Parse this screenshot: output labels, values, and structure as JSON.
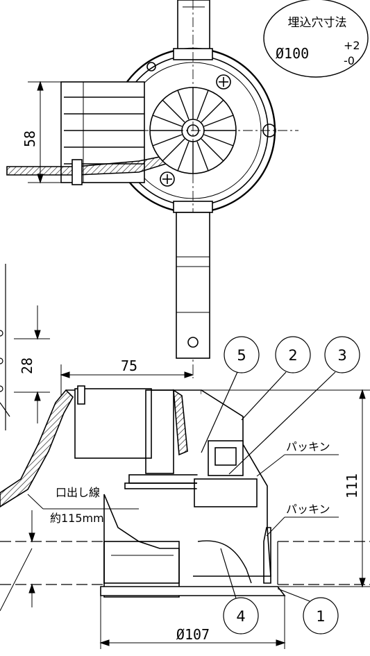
{
  "callout": {
    "title": "埋込穴寸法",
    "diameter": "Ø100",
    "tol_upper": "+2",
    "tol_lower": "-0"
  },
  "dimensions": {
    "top_height": "58",
    "offset": "28",
    "width": "75",
    "height": "111",
    "bottom_diameter": "Ø107"
  },
  "notes": {
    "packing_upper": "パッキン",
    "packing_lower": "パッキン",
    "lead_wire": "口出し線",
    "lead_length": "約115mm"
  },
  "part_numbers": [
    "5",
    "2",
    "3",
    "4",
    "1"
  ]
}
